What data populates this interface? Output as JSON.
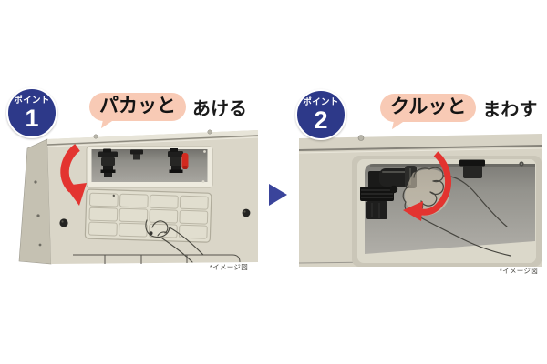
{
  "steps": [
    {
      "badge_label": "ポイント",
      "badge_number": "1",
      "headline_highlight": "パカッと",
      "headline_rest": "あける",
      "note": "*イメージ図"
    },
    {
      "badge_label": "ポイント",
      "badge_number": "2",
      "headline_highlight": "クルッと",
      "headline_rest": "まわす",
      "note": "*イメージ図"
    }
  ],
  "colors": {
    "badge_navy": "#2d3989",
    "next_arrow_navy": "#3a449b",
    "bubble_pink": "#f8cab5",
    "action_red": "#e33430",
    "valve_handle_red": "#d2291f",
    "appliance_beige": "#d8d4c6",
    "recess_gray": "#9d9b95",
    "valve_black": "#1d1d1c"
  }
}
